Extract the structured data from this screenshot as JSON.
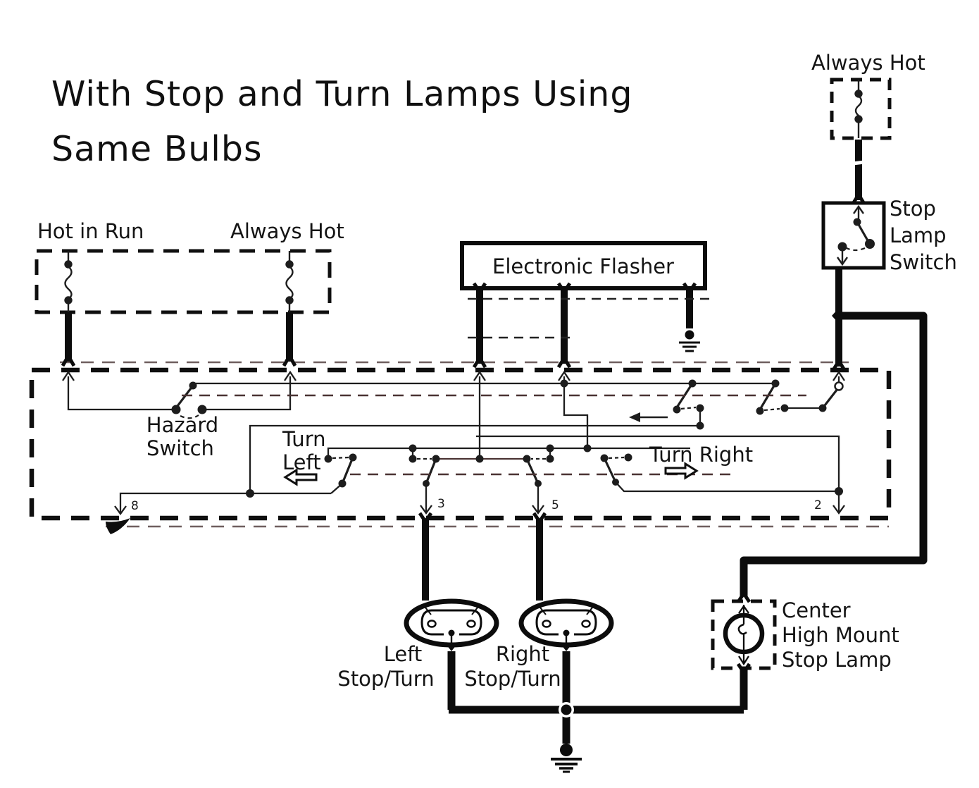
{
  "title": {
    "line1": "With Stop and Turn Lamps Using",
    "line2": "Same Bulbs"
  },
  "sources": {
    "hot_in_run": "Hot in Run",
    "always_hot_main": "Always Hot",
    "always_hot_brake": "Always Hot"
  },
  "flasher": {
    "label": "Electronic Flasher"
  },
  "stop_lamp_switch": {
    "line1": "Stop",
    "line2": "Lamp",
    "line3": "Switch"
  },
  "hazard_switch": {
    "line1": "Hazard",
    "line2": "Switch"
  },
  "turn_left": {
    "line1": "Turn",
    "line2": "Left"
  },
  "turn_right": {
    "label": "Turn Right"
  },
  "lamps": {
    "left": {
      "line1": "Left",
      "line2": "Stop/Turn"
    },
    "right": {
      "line1": "Right",
      "line2": "Stop/Turn"
    },
    "center": {
      "line1": "Center",
      "line2": "High Mount",
      "line3": "Stop Lamp"
    }
  },
  "connector_pins": {
    "left_exit": "8",
    "left_lamp": "3",
    "right_lamp": "5",
    "right_exit": "2"
  },
  "colors": {
    "ink": "#141414",
    "wire": "#1d1d1d",
    "accent_maroon": "#4a3333",
    "background": "#ffffff"
  }
}
